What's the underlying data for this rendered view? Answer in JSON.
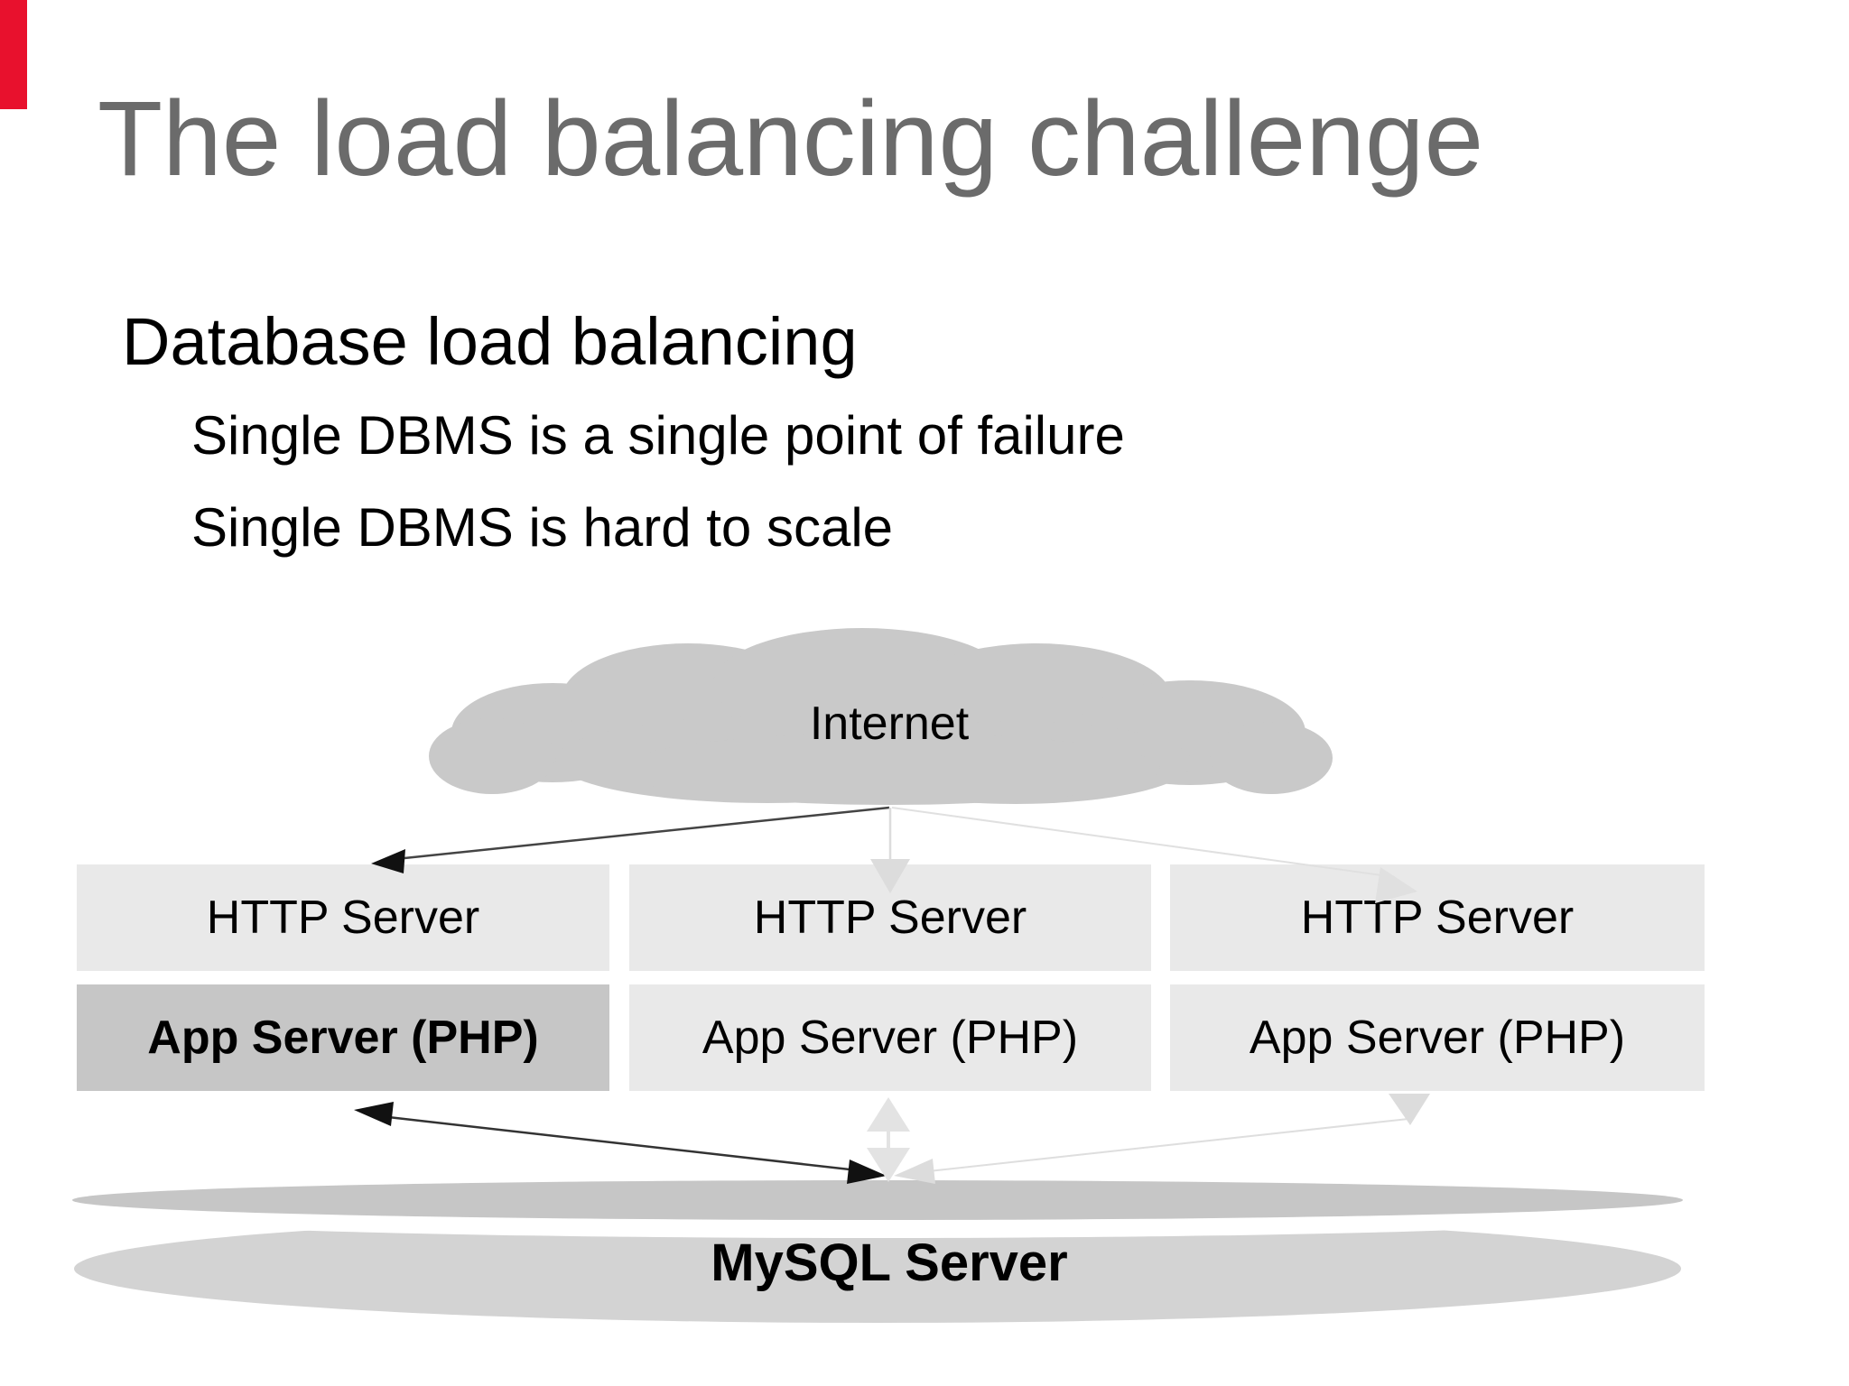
{
  "slide": {
    "title": "The load balancing challenge",
    "heading": "Database load balancing",
    "bullets": [
      "Single DBMS is a single point of failure",
      "Single DBMS is hard to scale"
    ],
    "corner_marker_color": "#e8112d",
    "title_color": "#6b6b6b"
  },
  "diagram": {
    "cloud_label": "Internet",
    "db_label": "MySQL Server",
    "columns": [
      {
        "http": "HTTP Server",
        "app": "App Server (PHP)"
      },
      {
        "http": "HTTP Server",
        "app": "App Server (PHP)"
      },
      {
        "http": "HTTP Server",
        "app": "App Server (PHP)"
      }
    ],
    "colors": {
      "cloud": "#c9c9c9",
      "box_light": "#e9e9e9",
      "box_highlight": "#c6c6c6",
      "disk_top": "#c6c6c6",
      "disk_band": "#d3d3d3",
      "arrow_dark": "#1a1a1a",
      "arrow_light": "#dedede"
    }
  }
}
